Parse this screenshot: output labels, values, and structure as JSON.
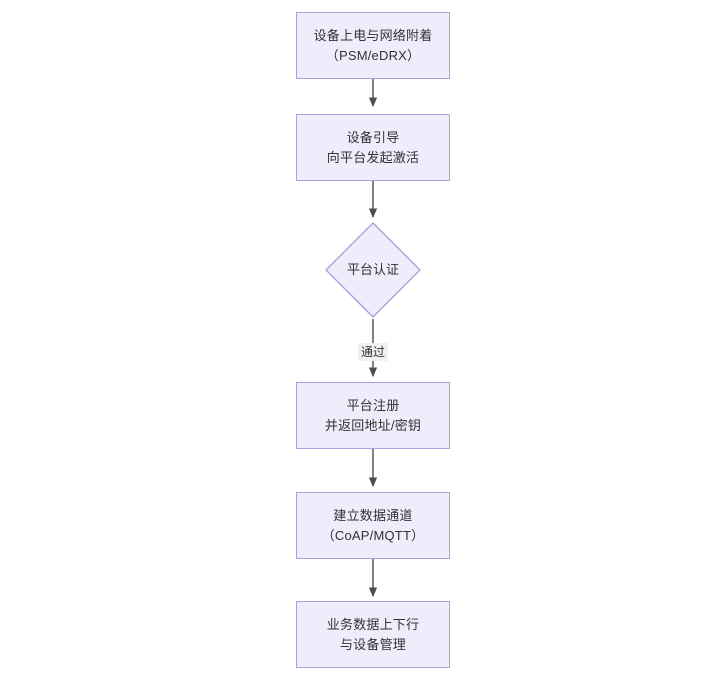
{
  "diagram": {
    "type": "flowchart",
    "orientation": "top-to-bottom",
    "background_color": "#ffffff",
    "node_fill_color": "#ededfb",
    "node_border_color": "#b39ddb",
    "edge_color": "#4d4d4d",
    "text_color": "#333333",
    "nodes": [
      {
        "id": "n1",
        "shape": "rectangle",
        "text": "设备上电与网络附着\n（PSM/eDRX）",
        "line1": "设备上电与网络附着",
        "line2": "（PSM/eDRX）"
      },
      {
        "id": "n2",
        "shape": "rectangle",
        "text": "设备引导\n向平台发起激活",
        "line1": "设备引导",
        "line2": "向平台发起激活"
      },
      {
        "id": "n3",
        "shape": "diamond",
        "text": "平台认证",
        "line1": "平台认证",
        "line2": ""
      },
      {
        "id": "n4",
        "shape": "rectangle",
        "text": "平台注册\n并返回地址/密钥",
        "line1": "平台注册",
        "line2": "并返回地址/密钥"
      },
      {
        "id": "n5",
        "shape": "rectangle",
        "text": "建立数据通道\n（CoAP/MQTT）",
        "line1": "建立数据通道",
        "line2": "（CoAP/MQTT）"
      },
      {
        "id": "n6",
        "shape": "rectangle",
        "text": "业务数据上下行\n与设备管理",
        "line1": "业务数据上下行",
        "line2": "与设备管理"
      }
    ],
    "edges": [
      {
        "id": "e1",
        "from": "n1",
        "to": "n2",
        "label": ""
      },
      {
        "id": "e2",
        "from": "n2",
        "to": "n3",
        "label": ""
      },
      {
        "id": "e3",
        "from": "n3",
        "to": "n4",
        "label": "通过"
      },
      {
        "id": "e4",
        "from": "n4",
        "to": "n5",
        "label": ""
      },
      {
        "id": "e5",
        "from": "n5",
        "to": "n6",
        "label": ""
      }
    ]
  }
}
